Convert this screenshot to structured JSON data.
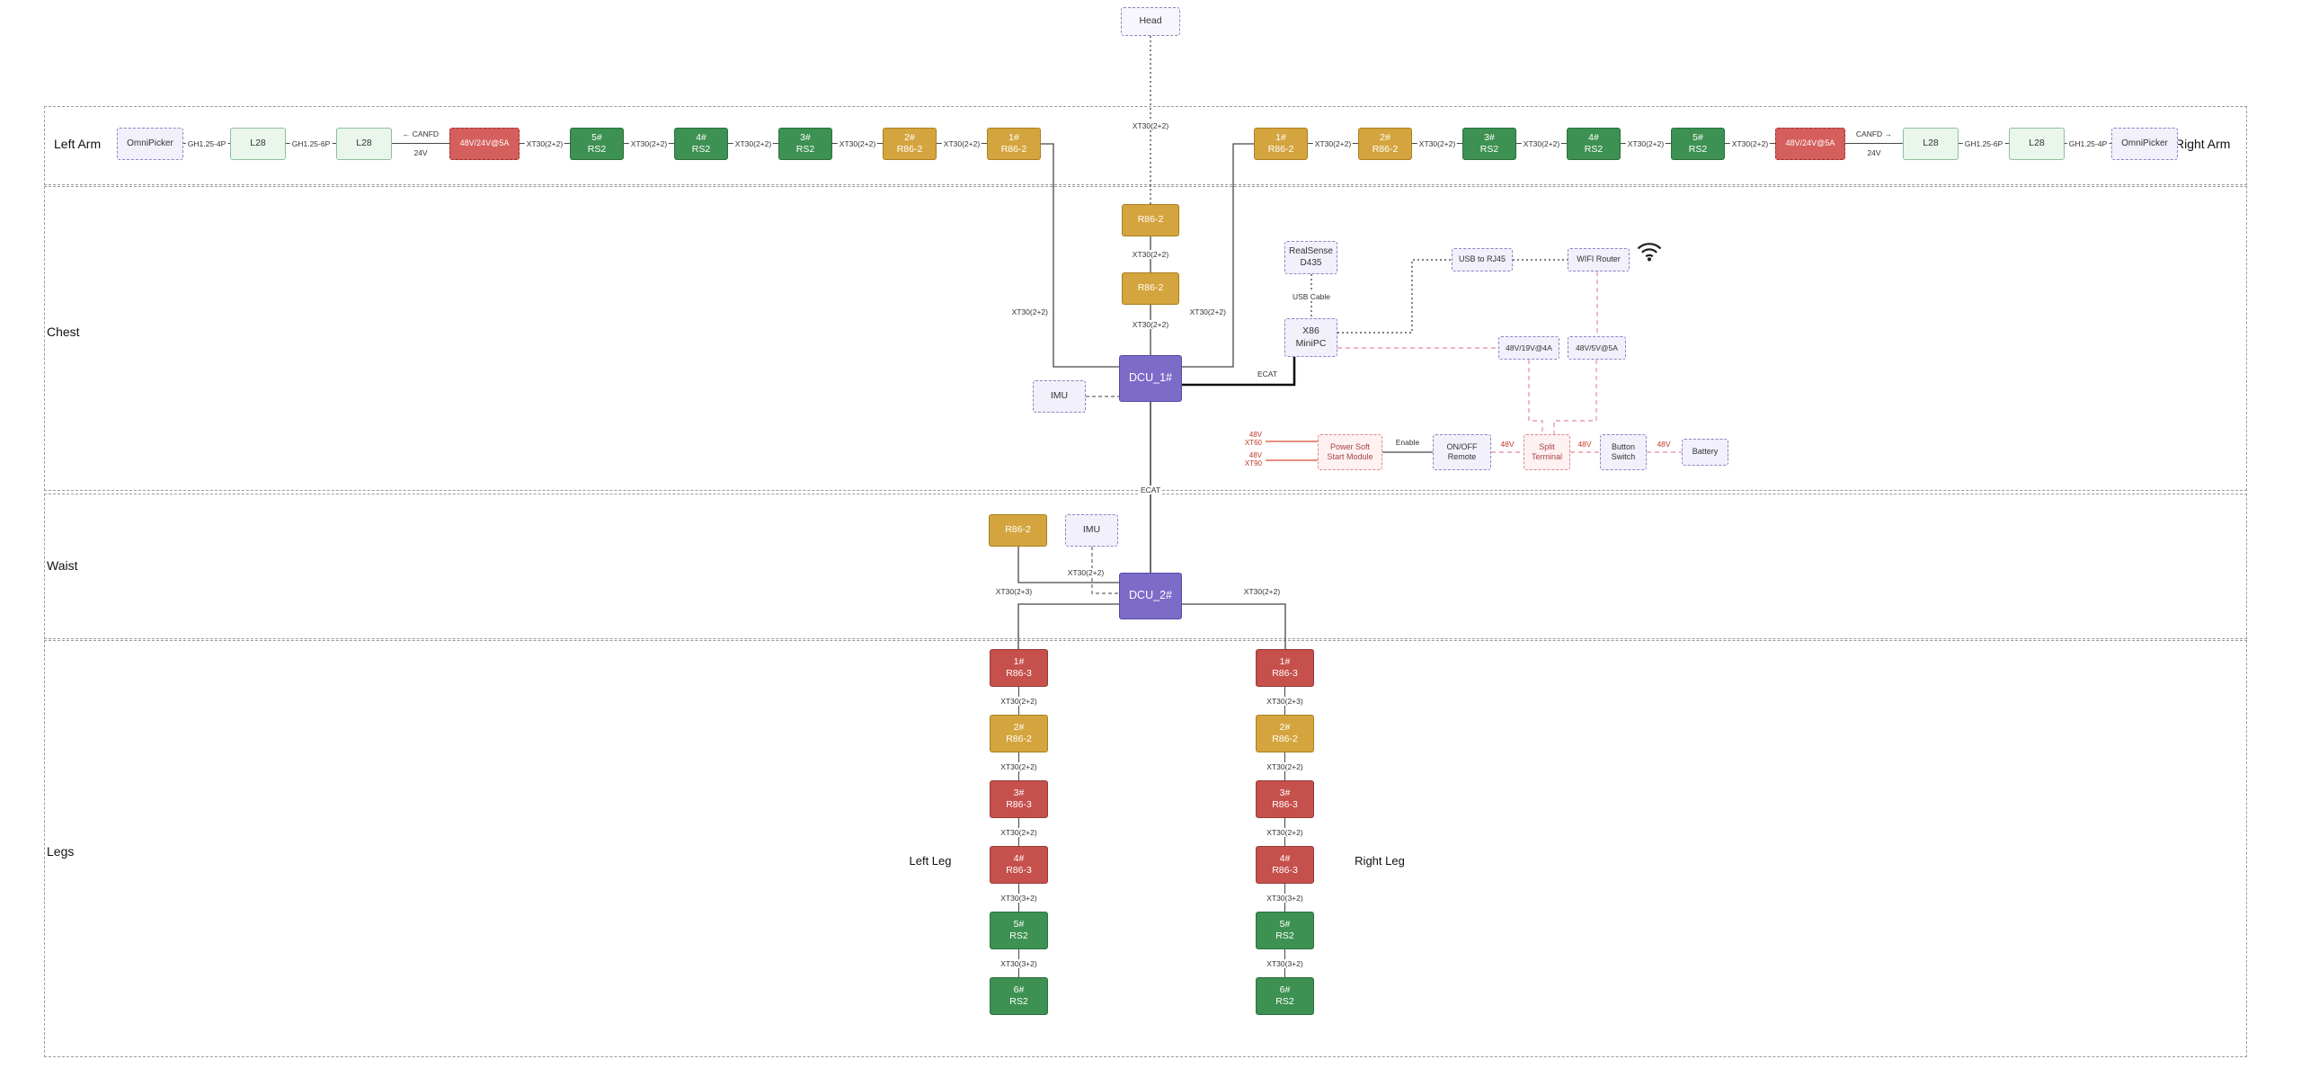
{
  "head": {
    "label": "Head",
    "link_label": "XT30(2+2)"
  },
  "sections": {
    "arms_left_label": "Left Arm",
    "arms_right_label": "Right Arm",
    "chest_label": "Chest",
    "waist_label": "Waist",
    "legs_label": "Legs",
    "left_leg_label": "Left Leg",
    "right_leg_label": "Right Leg"
  },
  "left_arm": {
    "boxes": [
      {
        "l1": "OmniPicker"
      },
      {
        "l1": "L28"
      },
      {
        "l1": "L28"
      },
      {
        "l1": "48V/24V@5A"
      },
      {
        "l1": "5#",
        "l2": "RS2"
      },
      {
        "l1": "4#",
        "l2": "RS2"
      },
      {
        "l1": "3#",
        "l2": "RS2"
      },
      {
        "l1": "2#",
        "l2": "R86-2"
      },
      {
        "l1": "1#",
        "l2": "R86-2"
      }
    ],
    "links": [
      "GH1.25-4P",
      "GH1.25-6P",
      "XT30(2+2)",
      "XT30(2+2)",
      "XT30(2+2)",
      "XT30(2+2)",
      "XT30(2+2)"
    ],
    "canfd_arrow": "←",
    "canfd_label": "CANFD",
    "power_label": "24V",
    "drop_label": "XT30(2+2)"
  },
  "right_arm": {
    "boxes": [
      {
        "l1": "1#",
        "l2": "R86-2"
      },
      {
        "l1": "2#",
        "l2": "R86-2"
      },
      {
        "l1": "3#",
        "l2": "RS2"
      },
      {
        "l1": "4#",
        "l2": "RS2"
      },
      {
        "l1": "5#",
        "l2": "RS2"
      },
      {
        "l1": "48V/24V@5A"
      },
      {
        "l1": "L28"
      },
      {
        "l1": "L28"
      },
      {
        "l1": "OmniPicker"
      }
    ],
    "links": [
      "XT30(2+2)",
      "XT30(2+2)",
      "XT30(2+2)",
      "XT30(2+2)",
      "XT30(2+2)",
      "GH1.25-6P",
      "GH1.25-4P"
    ],
    "canfd_label": "CANFD",
    "canfd_arrow": "→",
    "power_label": "24V",
    "drop_label": "XT30(2+2)"
  },
  "chest": {
    "r86_top": "R86-2",
    "link_top": "XT30(2+2)",
    "r86_mid": "R86-2",
    "link_mid": "XT30(2+2)",
    "dcu": "DCU_1#",
    "imu": "IMU",
    "ecat": "ECAT",
    "realsense_l1": "RealSense",
    "realsense_l2": "D435",
    "usb_cable": "USB Cable",
    "x86_l1": "X86",
    "x86_l2": "MiniPC",
    "usb_rj45": "USB to RJ45",
    "wifi_router": "WIFI Router",
    "conv19": "48V/19V@4A",
    "conv5": "48V/5V@5A",
    "power_soft_l1": "Power Soft",
    "power_soft_l2": "Start Module",
    "enable_label": "Enable",
    "onoff_l1": "ON/OFF",
    "onoff_l2": "Remote",
    "v48_1": "48V",
    "split_l1": "Split",
    "split_l2": "Terminal",
    "v48_2": "48V",
    "button_l1": "Button",
    "button_l2": "Switch",
    "v48_3": "48V",
    "battery": "Battery",
    "xt60_l1": "48V",
    "xt60_l2": "XT60",
    "xt90_l1": "48V",
    "xt90_l2": "XT90"
  },
  "waist": {
    "ecat": "ECAT",
    "r86": "R86-2",
    "imu": "IMU",
    "dcu": "DCU_2#",
    "r86_link": "XT30(2+2)",
    "left_leg_link": "XT30(2+3)",
    "right_leg_link": "XT30(2+2)"
  },
  "left_leg": {
    "boxes": [
      {
        "l1": "1#",
        "l2": "R86-3"
      },
      {
        "l1": "2#",
        "l2": "R86-2"
      },
      {
        "l1": "3#",
        "l2": "R86-3"
      },
      {
        "l1": "4#",
        "l2": "R86-3"
      },
      {
        "l1": "5#",
        "l2": "RS2"
      },
      {
        "l1": "6#",
        "l2": "RS2"
      }
    ],
    "links": [
      "XT30(2+2)",
      "XT30(2+2)",
      "XT30(2+2)",
      "XT30(3+2)",
      "XT30(3+2)"
    ]
  },
  "right_leg": {
    "boxes": [
      {
        "l1": "1#",
        "l2": "R86-3"
      },
      {
        "l1": "2#",
        "l2": "R86-2"
      },
      {
        "l1": "3#",
        "l2": "R86-3"
      },
      {
        "l1": "4#",
        "l2": "R86-3"
      },
      {
        "l1": "5#",
        "l2": "RS2"
      },
      {
        "l1": "6#",
        "l2": "RS2"
      }
    ],
    "links": [
      "XT30(2+3)",
      "XT30(2+2)",
      "XT30(2+2)",
      "XT30(3+2)",
      "XT30(3+2)"
    ]
  },
  "colors": {
    "motor_green": "#3d9152",
    "motor_yellow": "#d4a53f",
    "motor_red": "#c5504c",
    "dcu_purple": "#7d6bc8",
    "converter_red": "#d45f5c",
    "module_lavender": "#f2f0fa",
    "power_wire_pink": "#e79ea8",
    "label_red": "#c0392b"
  }
}
